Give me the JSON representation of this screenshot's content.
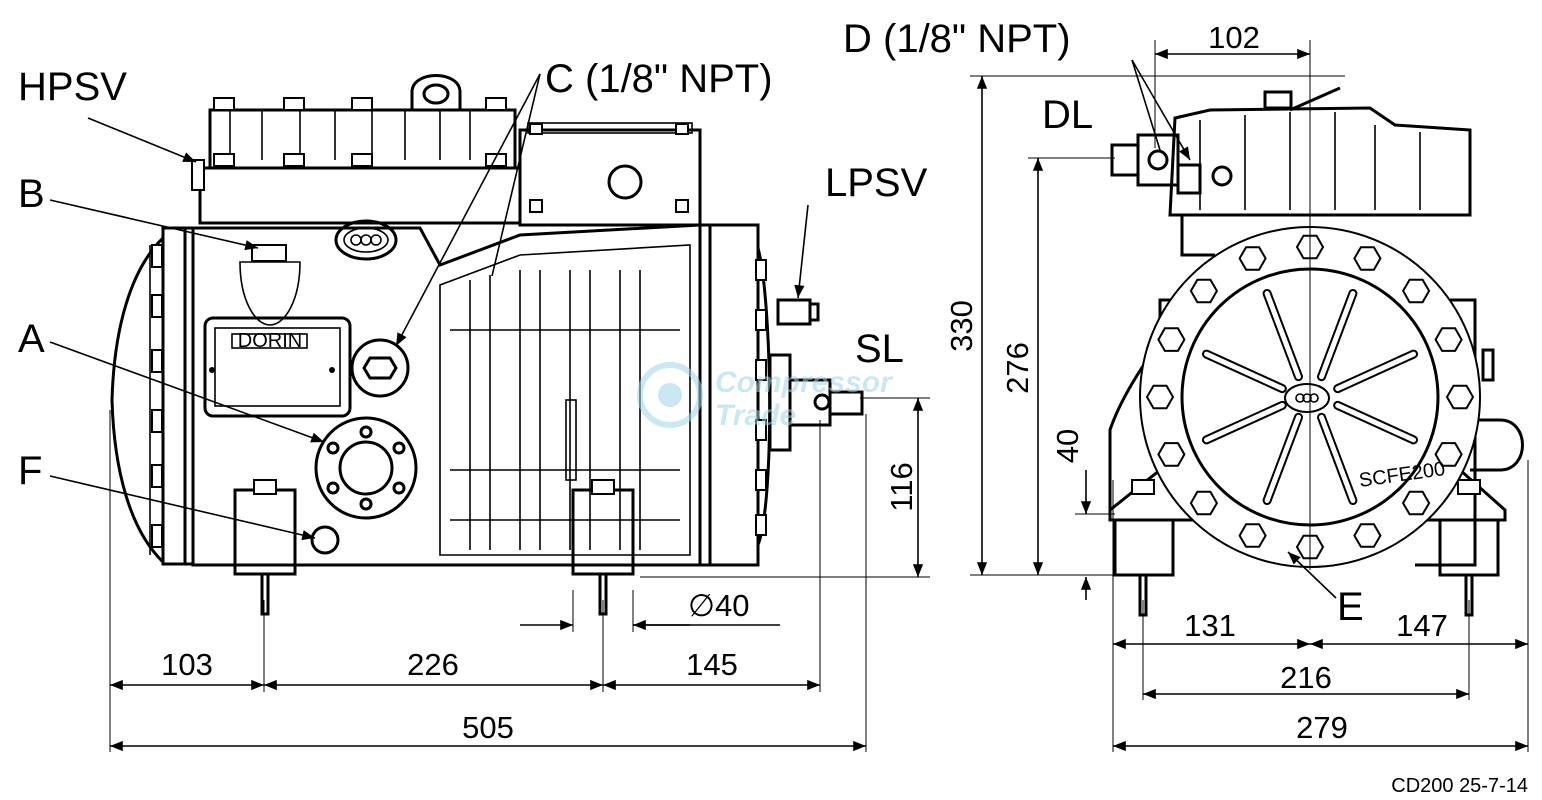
{
  "labels": {
    "hpsv": "HPSV",
    "b": "B",
    "a": "A",
    "f": "F",
    "c": "C (1/8\" NPT)",
    "lpsv": "LPSV",
    "sl": "SL",
    "d": "D (1/8\" NPT)",
    "dl": "DL",
    "e": "E"
  },
  "dimensions": {
    "front_103": "103",
    "front_226": "226",
    "front_145": "145",
    "front_505": "505",
    "front_116": "116",
    "front_dia40": "∅40",
    "side_102": "102",
    "side_330": "330",
    "side_276": "276",
    "side_40": "40",
    "side_131": "131",
    "side_147": "147",
    "side_216": "216",
    "side_279": "279"
  },
  "logo_text": "DORIN",
  "model_plate": "SCFE200",
  "watermark": {
    "line1": "Compressor",
    "line2": "Trade"
  },
  "drawing_ref": "CD200 25-7-14",
  "colors": {
    "line": "#000000",
    "watermark": "#9fd6ea",
    "background": "#ffffff"
  }
}
